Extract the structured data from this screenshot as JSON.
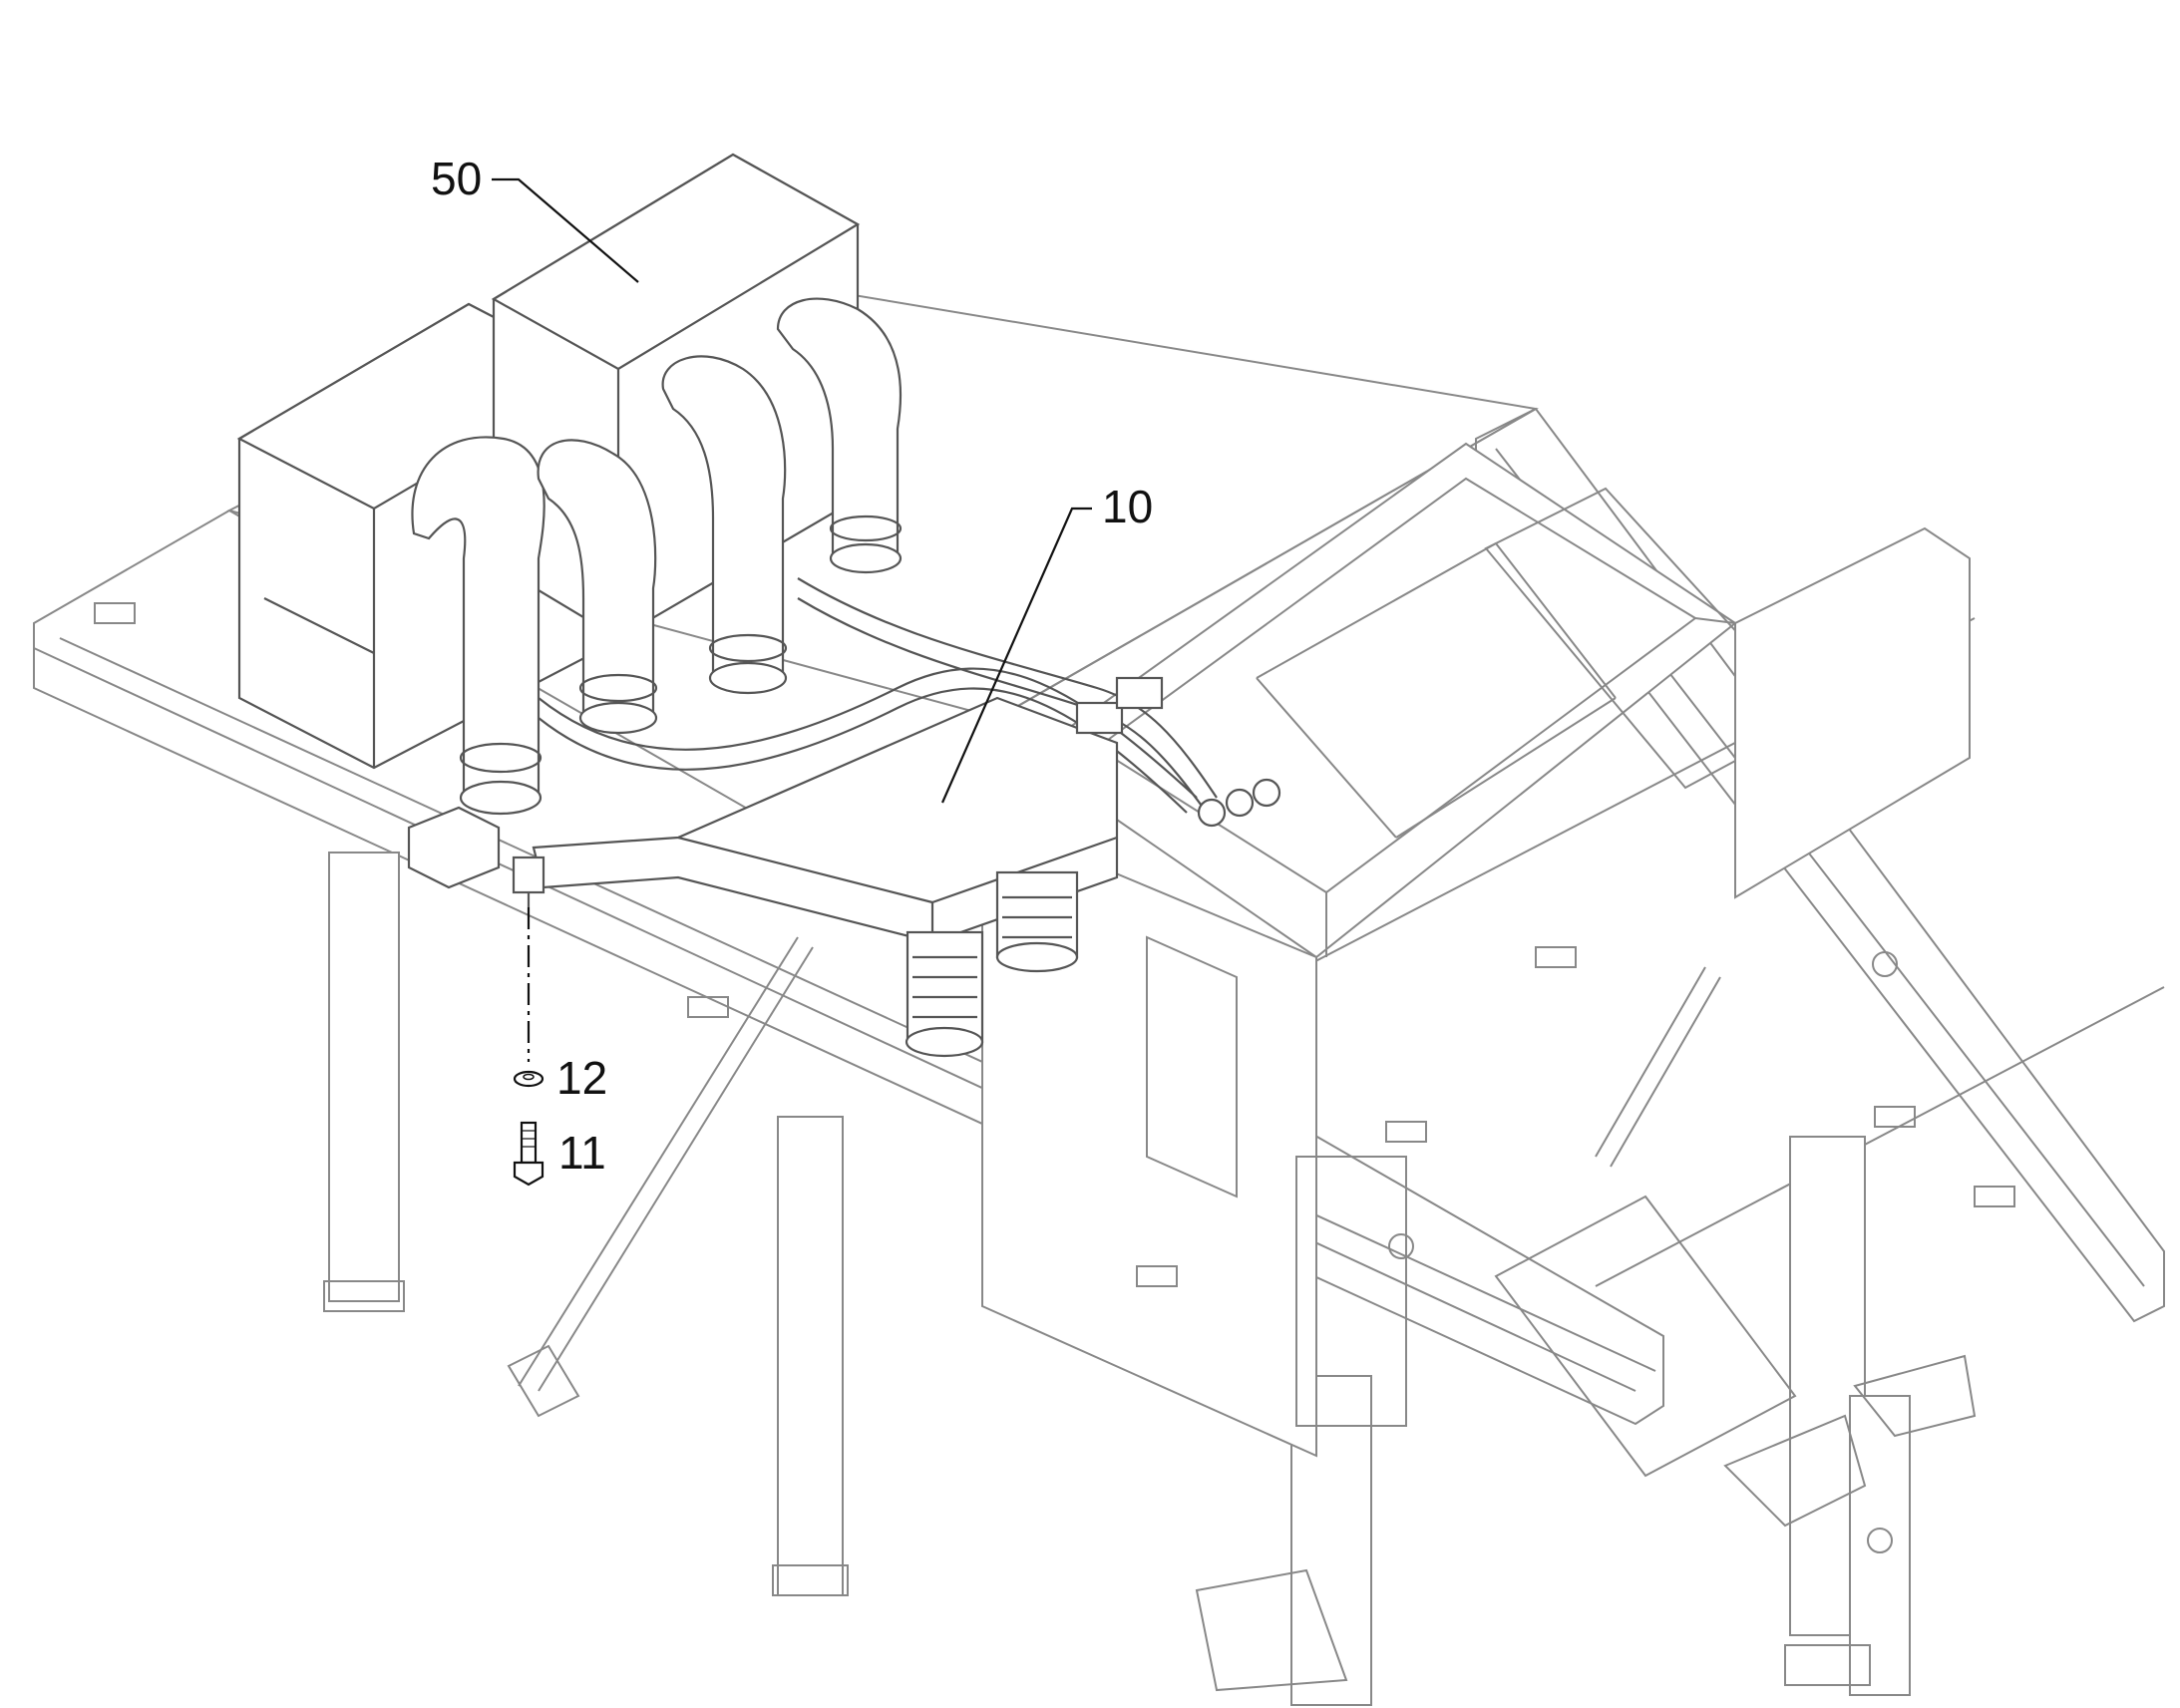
{
  "callouts": [
    {
      "id": "c50",
      "label": "50"
    },
    {
      "id": "c10",
      "label": "10"
    },
    {
      "id": "c12",
      "label": "12"
    },
    {
      "id": "c11",
      "label": "11"
    }
  ],
  "colors": {
    "background": "#ffffff",
    "frame_line": "#888888",
    "equipment_line": "#555555",
    "label_text": "#111111"
  }
}
